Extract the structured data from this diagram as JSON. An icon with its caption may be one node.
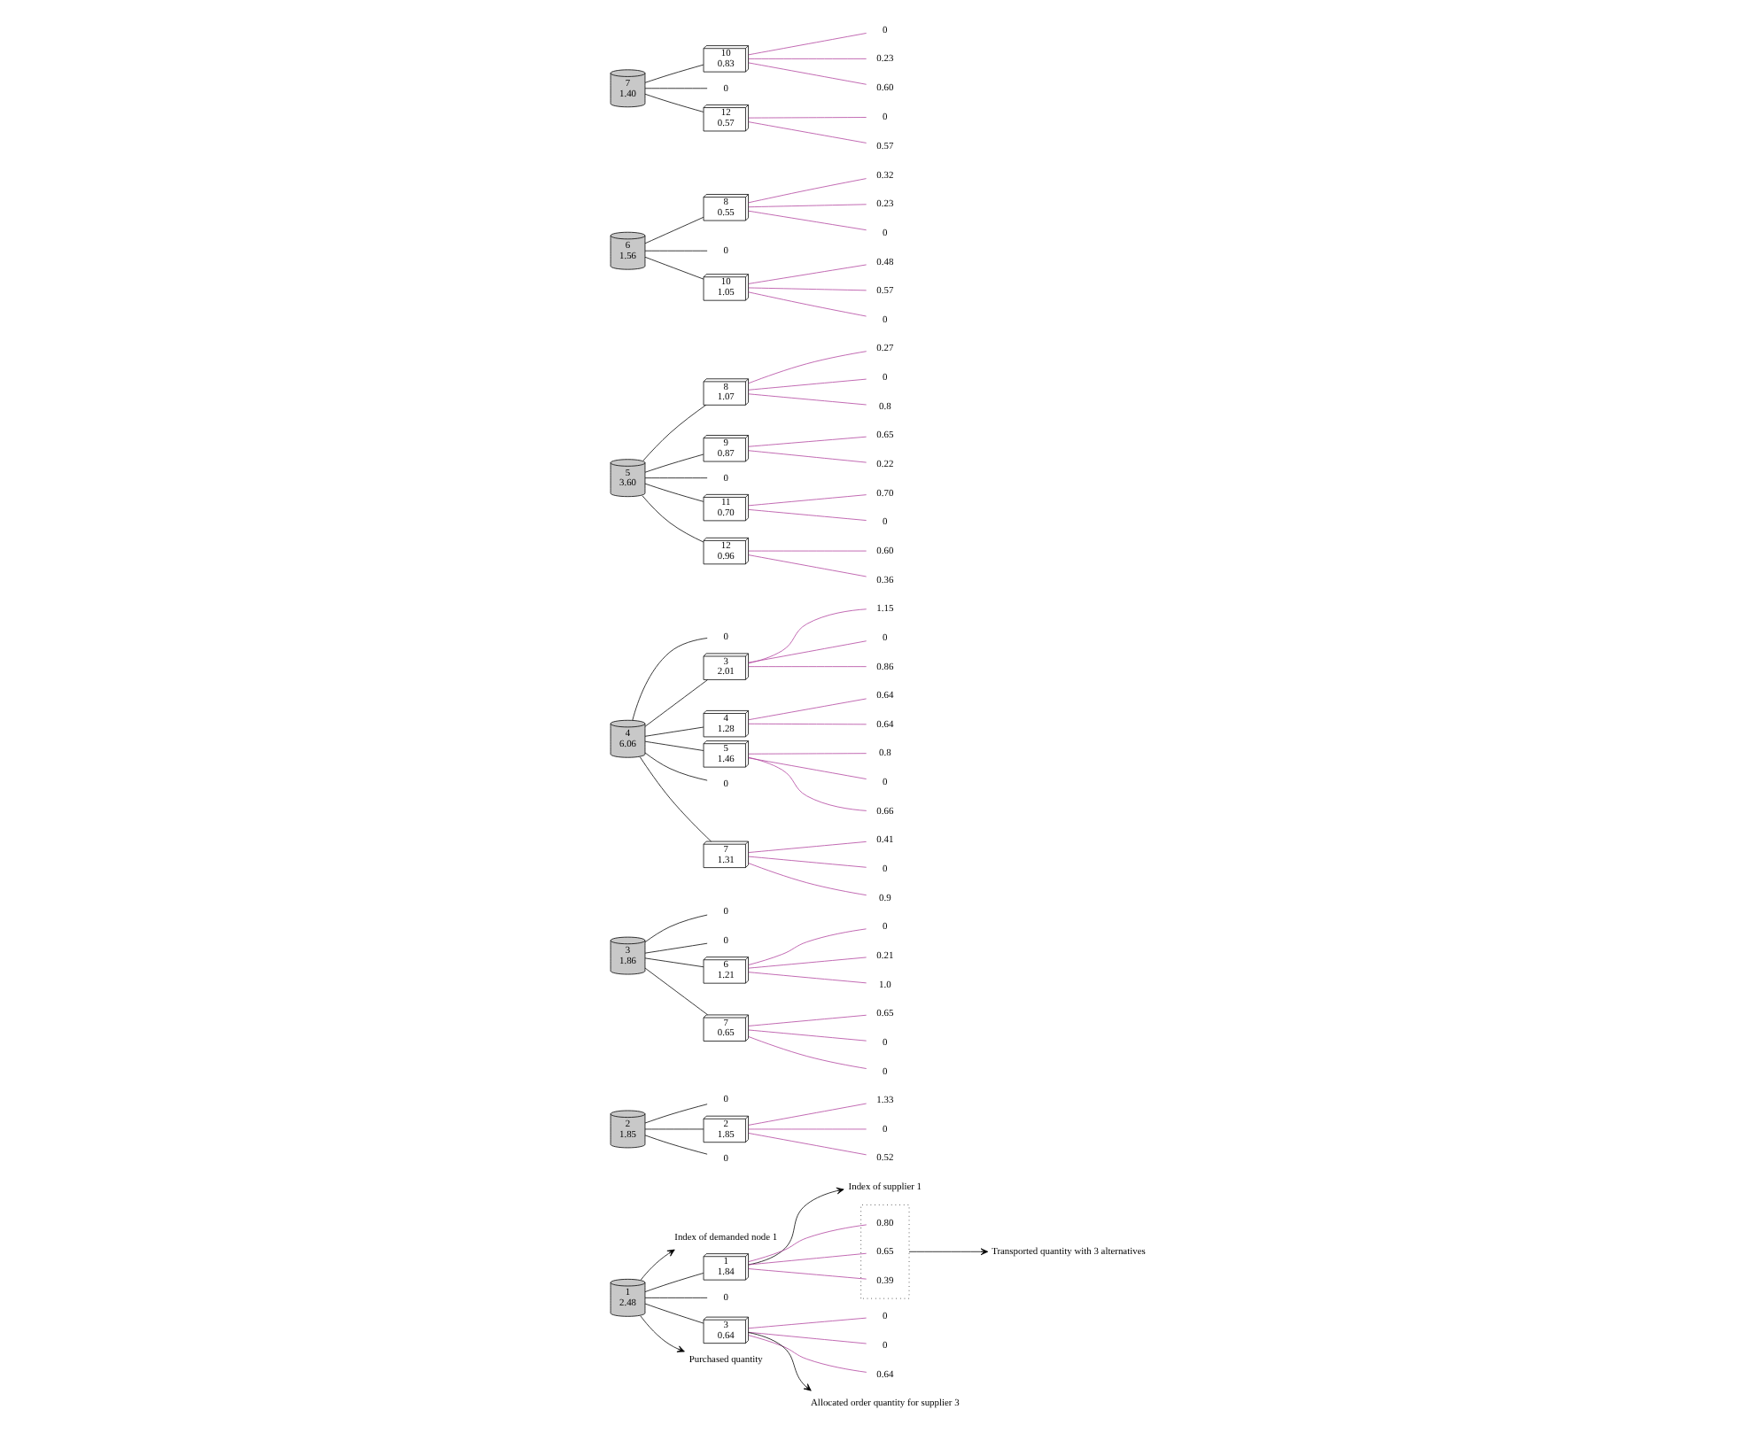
{
  "diagram": {
    "nodes": [
      {
        "text": [
          "Transported quantity with 3 alternatives"
        ]
      },
      {
        "text": [
          "Index of demanded node 1"
        ]
      },
      {
        "text": [
          "Index of supplier 1"
        ]
      },
      {
        "text": [
          "1",
          "2.48"
        ]
      },
      {
        "text": [
          "1",
          "1.84"
        ]
      },
      {
        "text": [],
        "shape": "box"
      },
      {
        "text": [
          "0.80"
        ],
        "in": 5
      },
      {
        "text": [
          "0.65"
        ],
        "in": 5
      },
      {
        "text": [
          "0.39"
        ],
        "in": 5
      },
      {
        "text": [
          "0"
        ]
      },
      {
        "text": [
          "3",
          "0.64"
        ]
      },
      {
        "text": [
          "0"
        ]
      },
      {
        "text": [
          "0"
        ]
      },
      {
        "text": [
          "0.64"
        ]
      },
      {
        "text": [
          "Purchased quantity"
        ]
      },
      {
        "text": [
          "Allocated order quantity for supplier 3"
        ]
      },
      {
        "text": [
          "2",
          "1.85"
        ]
      },
      {
        "text": [
          "0"
        ]
      },
      {
        "text": [
          "2",
          "1.85"
        ]
      },
      {
        "text": [
          "1.33"
        ]
      },
      {
        "text": [
          "0"
        ]
      },
      {
        "text": [
          "0.52"
        ]
      },
      {
        "text": [
          "0"
        ]
      },
      {
        "text": [
          "3",
          "1.86"
        ]
      },
      {
        "text": [
          "0"
        ]
      },
      {
        "text": [
          "0"
        ]
      },
      {
        "text": [
          "6",
          "1.21"
        ]
      },
      {
        "text": [
          "0"
        ]
      },
      {
        "text": [
          "0.21"
        ]
      },
      {
        "text": [
          "1.0"
        ]
      },
      {
        "text": [
          "7",
          "0.65"
        ]
      },
      {
        "text": [
          "0.65"
        ]
      },
      {
        "text": [
          "0"
        ]
      },
      {
        "text": [
          "0"
        ]
      },
      {
        "text": [
          "4",
          "6.06"
        ]
      },
      {
        "text": [
          "0"
        ]
      },
      {
        "text": [
          "3",
          "2.01"
        ]
      },
      {
        "text": [
          "1.15"
        ]
      },
      {
        "text": [
          "0"
        ]
      },
      {
        "text": [
          "0.86"
        ]
      },
      {
        "text": [
          "4",
          "1.28"
        ]
      },
      {
        "text": [
          "0.64"
        ]
      },
      {
        "text": [
          "0.64"
        ]
      },
      {
        "text": [
          "5",
          "1.46"
        ]
      },
      {
        "text": [
          "0.8"
        ]
      },
      {
        "text": [
          "0"
        ]
      },
      {
        "text": [
          "0.66"
        ]
      },
      {
        "text": [
          "0"
        ]
      },
      {
        "text": [
          "7",
          "1.31"
        ]
      },
      {
        "text": [
          "0.41"
        ]
      },
      {
        "text": [
          "0"
        ]
      },
      {
        "text": [
          "0.9"
        ]
      },
      {
        "text": [
          "5",
          "3.60"
        ]
      },
      {
        "text": [
          "8",
          "1.07"
        ]
      },
      {
        "text": [
          "0.27"
        ]
      },
      {
        "text": [
          "0"
        ]
      },
      {
        "text": [
          "0.8"
        ]
      },
      {
        "text": [
          "9",
          "0.87"
        ]
      },
      {
        "text": [
          "0.65"
        ]
      },
      {
        "text": [
          "0.22"
        ]
      },
      {
        "text": [
          "0"
        ]
      },
      {
        "text": [
          "11",
          "0.70"
        ]
      },
      {
        "text": [
          "0.70"
        ]
      },
      {
        "text": [
          "0"
        ]
      },
      {
        "text": [
          "12",
          "0.96"
        ]
      },
      {
        "text": [
          "0.60"
        ]
      },
      {
        "text": [
          "0.36"
        ]
      },
      {
        "text": [
          "6",
          "1.56"
        ]
      },
      {
        "text": [
          "8",
          "0.55"
        ]
      },
      {
        "text": [
          "0.32"
        ]
      },
      {
        "text": [
          "0.23"
        ]
      },
      {
        "text": [
          "0"
        ]
      },
      {
        "text": [
          "0"
        ]
      },
      {
        "text": [
          "10",
          "1.05"
        ]
      },
      {
        "text": [
          "0.48"
        ]
      },
      {
        "text": [
          "0.57"
        ]
      },
      {
        "text": [
          "0"
        ]
      },
      {
        "text": [
          "7",
          "1.40"
        ]
      },
      {
        "text": [
          "10",
          "0.83"
        ]
      },
      {
        "text": [
          "0"
        ]
      },
      {
        "text": [
          "0.23"
        ]
      },
      {
        "text": [
          "0.60"
        ]
      },
      {
        "text": [
          "0"
        ]
      },
      {
        "text": [
          "12",
          "0.57"
        ]
      },
      {
        "text": [
          "0"
        ]
      },
      {
        "text": [
          "0.57"
        ]
      }
    ],
    "edges": [
      {
        "from": 3,
        "to": 1,
        "arrow": "to",
        "color": "#000000"
      },
      {
        "from": 4,
        "to": 2,
        "arrow": "to",
        "color": "#000000"
      },
      {
        "from": 5,
        "to": 0,
        "arrow": "to",
        "color": "#000000"
      },
      {
        "from": 3,
        "to": 14,
        "arrow": "to",
        "color": "#000000"
      },
      {
        "from": 10,
        "to": 15,
        "arrow": "to",
        "color": "#000000"
      },
      {
        "from": 3,
        "to": 4,
        "arrow": "none",
        "color": "#000000"
      },
      {
        "from": 4,
        "to": 6,
        "arrow": "none"
      },
      {
        "from": 4,
        "to": 7,
        "arrow": "none"
      },
      {
        "from": 4,
        "to": 8,
        "arrow": "none"
      },
      {
        "from": 3,
        "to": 9,
        "arrow": "none",
        "color": "#000000"
      },
      {
        "from": 3,
        "to": 10,
        "arrow": "none",
        "color": "#000000"
      },
      {
        "from": 10,
        "to": 11,
        "arrow": "none"
      },
      {
        "from": 10,
        "to": 12,
        "arrow": "none"
      },
      {
        "from": 10,
        "to": 13,
        "arrow": "none"
      },
      {
        "from": 16,
        "to": 17,
        "arrow": "none",
        "color": "#000000"
      },
      {
        "from": 16,
        "to": 18,
        "arrow": "none",
        "color": "#000000"
      },
      {
        "from": 16,
        "to": 22,
        "arrow": "none",
        "color": "#000000"
      },
      {
        "from": 18,
        "to": 19,
        "arrow": "none"
      },
      {
        "from": 18,
        "to": 20,
        "arrow": "none"
      },
      {
        "from": 18,
        "to": 21,
        "arrow": "none"
      },
      {
        "from": 23,
        "to": 24,
        "arrow": "none",
        "color": "#000000"
      },
      {
        "from": 23,
        "to": 25,
        "arrow": "none",
        "color": "#000000"
      },
      {
        "from": 23,
        "to": 26,
        "arrow": "none",
        "color": "#000000"
      },
      {
        "from": 23,
        "to": 30,
        "arrow": "none",
        "color": "#000000"
      },
      {
        "from": 26,
        "to": 27,
        "arrow": "none"
      },
      {
        "from": 26,
        "to": 28,
        "arrow": "none"
      },
      {
        "from": 26,
        "to": 29,
        "arrow": "none"
      },
      {
        "from": 30,
        "to": 31,
        "arrow": "none"
      },
      {
        "from": 30,
        "to": 32,
        "arrow": "none"
      },
      {
        "from": 30,
        "to": 33,
        "arrow": "none"
      },
      {
        "from": 34,
        "to": 35,
        "arrow": "none",
        "color": "#000000"
      },
      {
        "from": 34,
        "to": 36,
        "arrow": "none",
        "color": "#000000"
      },
      {
        "from": 34,
        "to": 40,
        "arrow": "none",
        "color": "#000000"
      },
      {
        "from": 34,
        "to": 43,
        "arrow": "none",
        "color": "#000000"
      },
      {
        "from": 34,
        "to": 47,
        "arrow": "none",
        "color": "#000000"
      },
      {
        "from": 34,
        "to": 48,
        "arrow": "none",
        "color": "#000000"
      },
      {
        "from": 36,
        "to": 37,
        "arrow": "none"
      },
      {
        "from": 36,
        "to": 38,
        "arrow": "none"
      },
      {
        "from": 36,
        "to": 39,
        "arrow": "none"
      },
      {
        "from": 40,
        "to": 41,
        "arrow": "none"
      },
      {
        "from": 40,
        "to": 42,
        "arrow": "none"
      },
      {
        "from": 43,
        "to": 44,
        "arrow": "none"
      },
      {
        "from": 43,
        "to": 45,
        "arrow": "none"
      },
      {
        "from": 43,
        "to": 46,
        "arrow": "none"
      },
      {
        "from": 48,
        "to": 49,
        "arrow": "none"
      },
      {
        "from": 48,
        "to": 50,
        "arrow": "none"
      },
      {
        "from": 48,
        "to": 51,
        "arrow": "none"
      },
      {
        "from": 52,
        "to": 53,
        "arrow": "none",
        "color": "#000000"
      },
      {
        "from": 52,
        "to": 57,
        "arrow": "none",
        "color": "#000000"
      },
      {
        "from": 52,
        "to": 60,
        "arrow": "none",
        "color": "#000000"
      },
      {
        "from": 52,
        "to": 61,
        "arrow": "none",
        "color": "#000000"
      },
      {
        "from": 52,
        "to": 64,
        "arrow": "none",
        "color": "#000000"
      },
      {
        "from": 53,
        "to": 54,
        "arrow": "none"
      },
      {
        "from": 53,
        "to": 55,
        "arrow": "none"
      },
      {
        "from": 53,
        "to": 56,
        "arrow": "none"
      },
      {
        "from": 57,
        "to": 58,
        "arrow": "none"
      },
      {
        "from": 57,
        "to": 59,
        "arrow": "none"
      },
      {
        "from": 61,
        "to": 62,
        "arrow": "none"
      },
      {
        "from": 61,
        "to": 63,
        "arrow": "none"
      },
      {
        "from": 64,
        "to": 65,
        "arrow": "none"
      },
      {
        "from": 64,
        "to": 66,
        "arrow": "none"
      },
      {
        "from": 67,
        "to": 68,
        "arrow": "none",
        "color": "#000000"
      },
      {
        "from": 67,
        "to": 72,
        "arrow": "none",
        "color": "#000000"
      },
      {
        "from": 67,
        "to": 73,
        "arrow": "none",
        "color": "#000000"
      },
      {
        "from": 68,
        "to": 69,
        "arrow": "none"
      },
      {
        "from": 68,
        "to": 70,
        "arrow": "none"
      },
      {
        "from": 68,
        "to": 71,
        "arrow": "none"
      },
      {
        "from": 73,
        "to": 74,
        "arrow": "none"
      },
      {
        "from": 73,
        "to": 75,
        "arrow": "none"
      },
      {
        "from": 73,
        "to": 76,
        "arrow": "none"
      },
      {
        "from": 77,
        "to": 78,
        "arrow": "none",
        "color": "#000000"
      },
      {
        "from": 77,
        "to": 82,
        "arrow": "none",
        "color": "#000000"
      },
      {
        "from": 77,
        "to": 83,
        "arrow": "none",
        "color": "#000000"
      },
      {
        "from": 78,
        "to": 79,
        "arrow": "none"
      },
      {
        "from": 78,
        "to": 80,
        "arrow": "none"
      },
      {
        "from": 78,
        "to": 81,
        "arrow": "none"
      },
      {
        "from": 83,
        "to": 84,
        "arrow": "none"
      },
      {
        "from": 83,
        "to": 85,
        "arrow": "none"
      }
    ]
  }
}
